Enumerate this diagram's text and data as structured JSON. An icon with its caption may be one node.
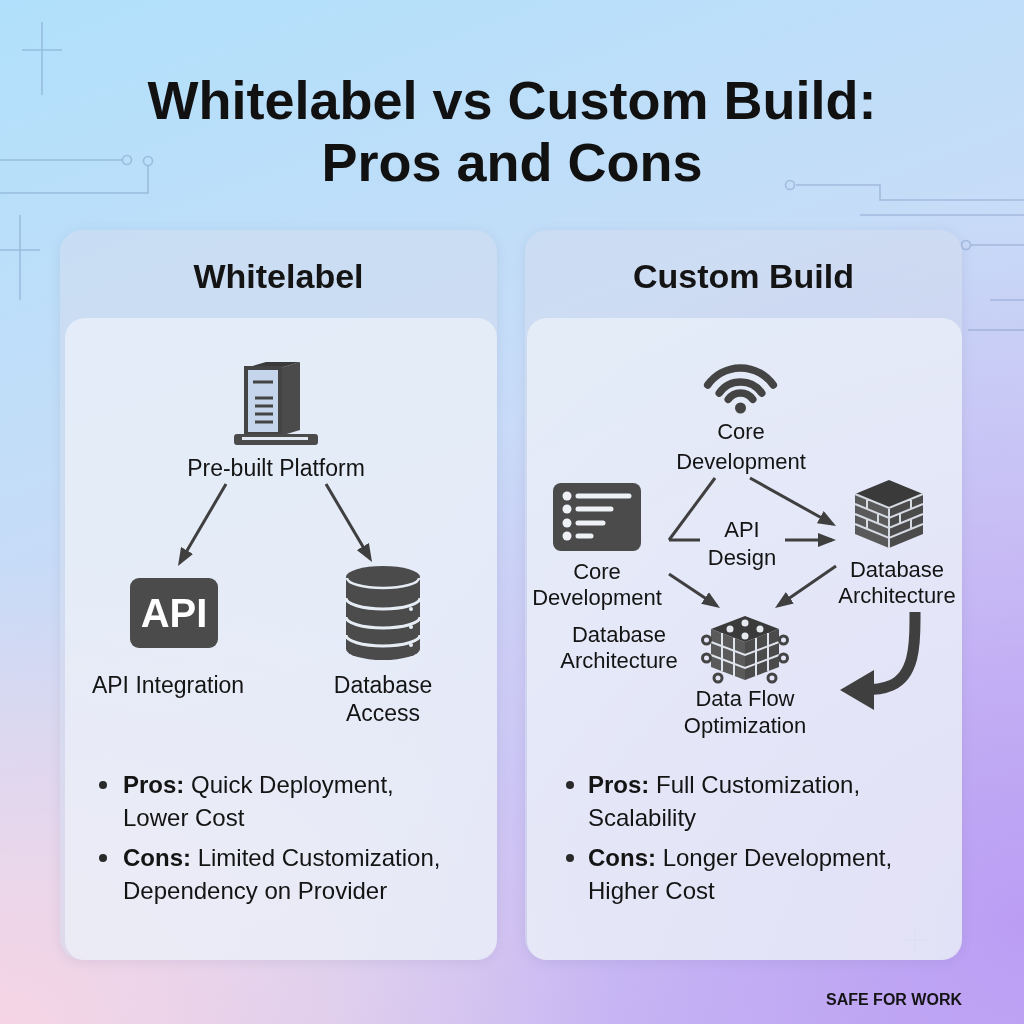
{
  "diagram": {
    "title": "Whitelabel vs Custom Build: Pros and Cons",
    "nodes": [
      {
        "text": [
          "Whitelabel",
          "**Pros:** Quick Deployment, Lower Cost",
          "**Cons:** Limited Customization, Dependency on Provider"
        ]
      },
      {
        "text": [
          "Pre-built Platform"
        ],
        "in": 0
      },
      {
        "text": [
          "API",
          "API Integration"
        ],
        "in": 0
      },
      {
        "text": [
          "Database Access"
        ],
        "in": 0
      },
      {
        "text": [
          "Custom Build",
          "**Pros:** Full Customization, Scalability",
          "**Cons:** Longer Development, Higher Cost"
        ]
      },
      {
        "text": [
          "Core Development"
        ],
        "in": 4
      },
      {
        "text": [
          "Core Development"
        ],
        "in": 4
      },
      {
        "text": [
          "API Design"
        ],
        "in": 4
      },
      {
        "text": [
          "Database Architecture"
        ],
        "in": 4
      },
      {
        "text": [
          "Data Flow Optimization"
        ],
        "in": 4
      }
    ],
    "edges": [
      {
        "from": 1,
        "to": 2,
        "arrow": "to"
      },
      {
        "from": 1,
        "to": 3,
        "arrow": "to"
      },
      {
        "from": 5,
        "to": 6,
        "arrow": "none"
      },
      {
        "from": 6,
        "to": 7,
        "arrow": "none"
      },
      {
        "from": 7,
        "to": 8,
        "arrow": "to"
      },
      {
        "from": 5,
        "to": 8,
        "arrow": "to"
      },
      {
        "from": 6,
        "to": 9,
        "arrow": "to"
      },
      {
        "from": 8,
        "to": 9,
        "arrow": "to"
      },
      {
        "from": 8,
        "to": 9,
        "arrow": "to",
        "style": "thick"
      }
    ],
    "labels": [
      "Database Architecture",
      "SAFE FOR WORK"
    ]
  }
}
